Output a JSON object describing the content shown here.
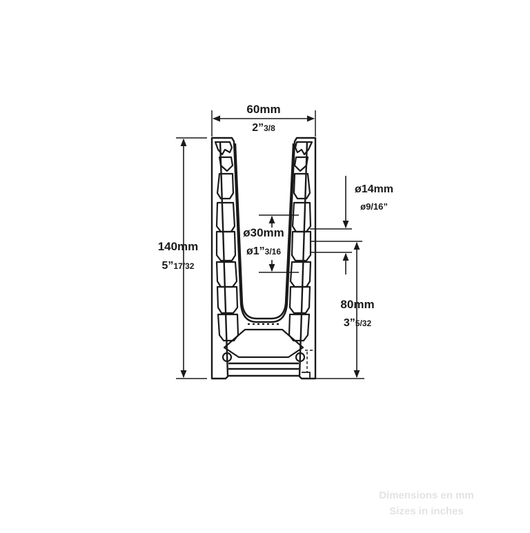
{
  "colors": {
    "ink": "#1a1a1a",
    "footnote": "#e3e3e3",
    "background": "#ffffff"
  },
  "dimensions": {
    "width": {
      "mm": "60mm",
      "inch_main": "2”",
      "inch_frac": "3/8"
    },
    "height": {
      "mm": "140mm",
      "inch_main": "5”",
      "inch_frac": "17/32"
    },
    "bore_large": {
      "mm": "ø30mm",
      "inch_main": "ø1”",
      "inch_frac": "3/16"
    },
    "bore_small": {
      "mm": "ø14mm",
      "inch": "ø9/16”"
    },
    "offset": {
      "mm": "80mm",
      "inch_main": "3”",
      "inch_frac": "5/32"
    }
  },
  "footnote": {
    "line1": "Dimensions en mm",
    "line2": "Sizes in inches"
  }
}
